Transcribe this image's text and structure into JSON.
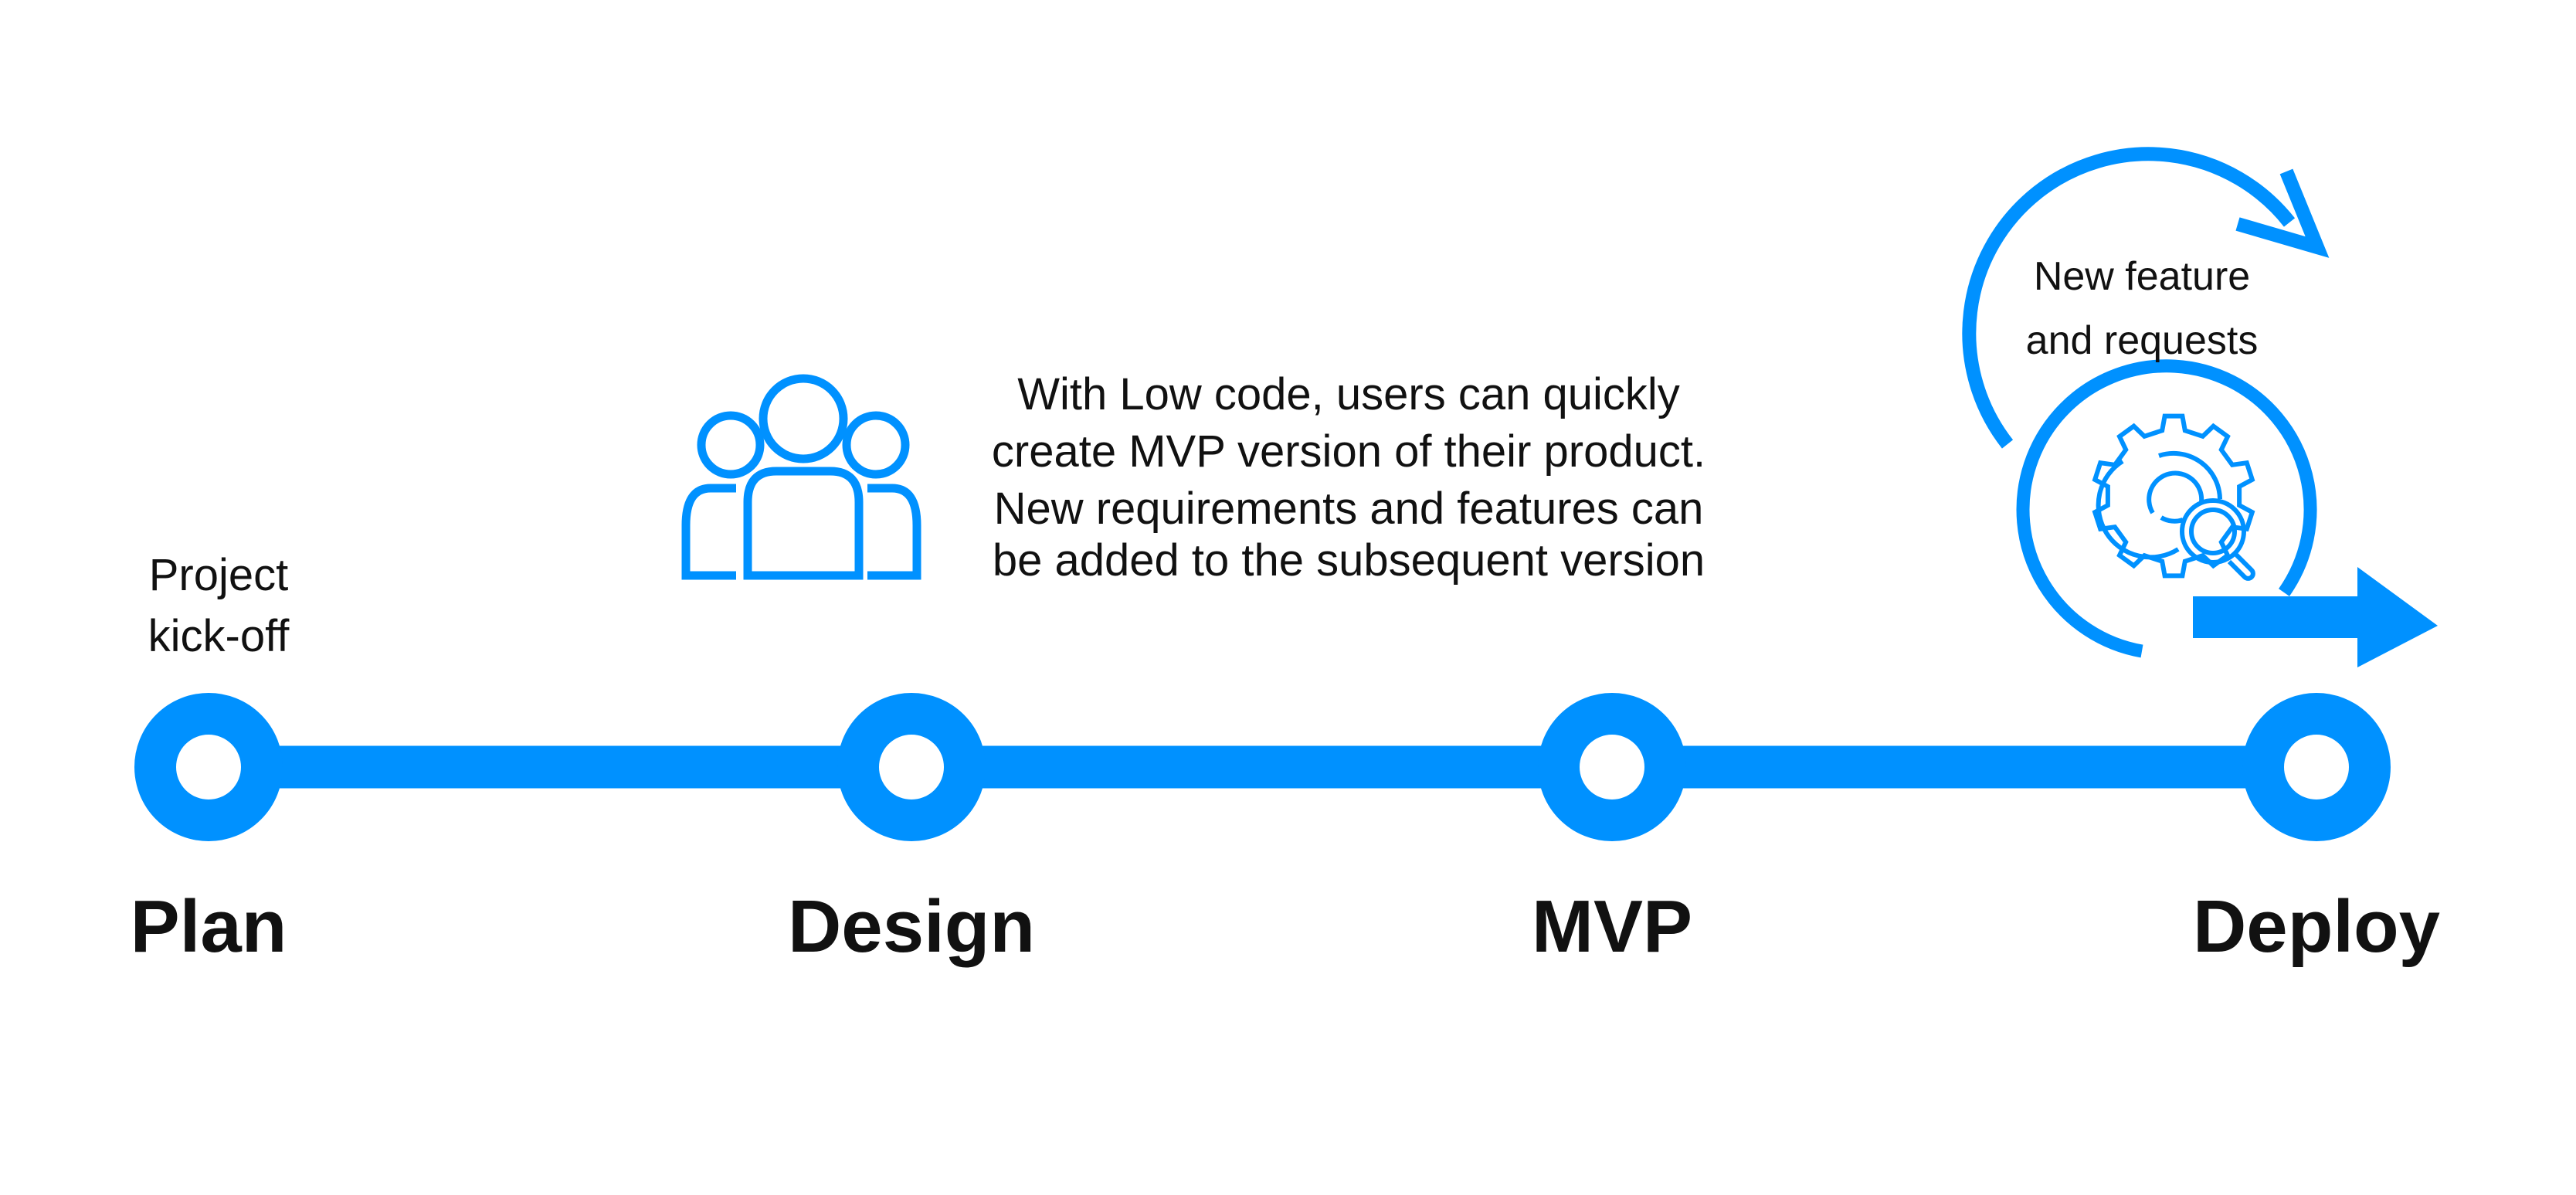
{
  "colors": {
    "accent": "#0091FF",
    "text": "#111111"
  },
  "stages": [
    {
      "label": "Plan"
    },
    {
      "label": "Design"
    },
    {
      "label": "MVP"
    },
    {
      "label": "Deploy"
    }
  ],
  "plan_note": [
    "Project",
    "kick-off"
  ],
  "design_note": [
    "With Low code, users can quickly",
    "create MVP version of their product.",
    "New requirements and features can",
    "be added to the subsequent version"
  ],
  "deploy_note": [
    "New feature",
    "and requests"
  ],
  "icons": {
    "design": "users-group-icon",
    "deploy": "gear-search-icon",
    "loop": "cycle-arrow-icon",
    "forward": "right-arrow-icon"
  }
}
